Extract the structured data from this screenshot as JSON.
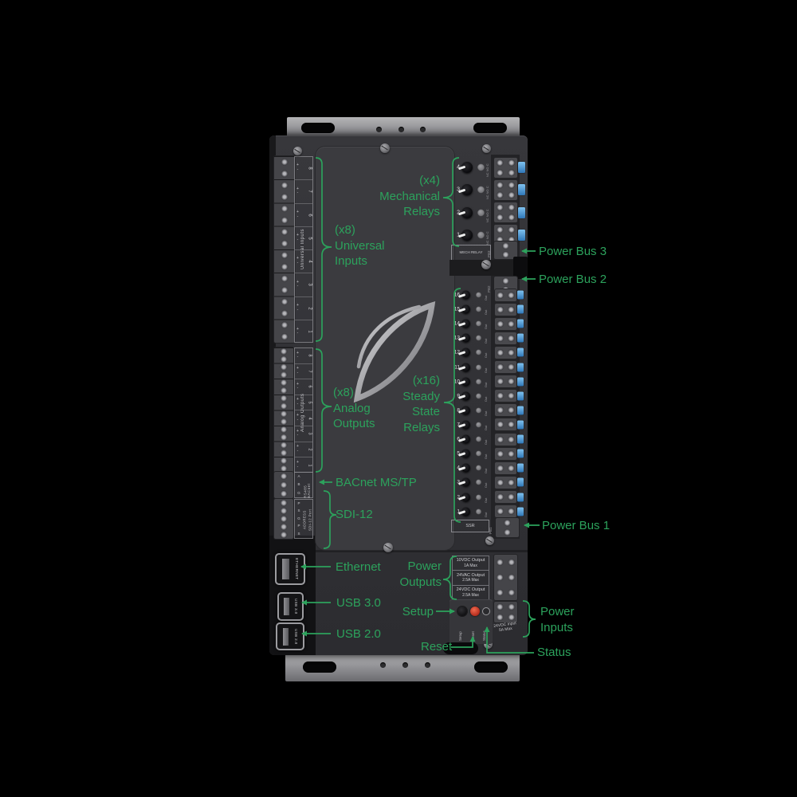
{
  "colors": {
    "annotation_green": "#2ca25c",
    "clip_blue": "#4a90d9",
    "reset_red": "#cf3222"
  },
  "annotations": {
    "mech_relays": {
      "count": "(x4)",
      "line1": "Mechanical",
      "line2": "Relays"
    },
    "universal_inputs": {
      "count": "(x8)",
      "line1": "Universal",
      "line2": "Inputs"
    },
    "analog_outputs": {
      "count": "(x8)",
      "line1": "Analog",
      "line2": "Outputs"
    },
    "steady_state_relays": {
      "count": "(x16)",
      "line1": "Steady",
      "line2": "State",
      "line3": "Relays"
    },
    "power_bus_3": "Power Bus 3",
    "power_bus_2": "Power Bus 2",
    "power_bus_1": "Power Bus 1",
    "bacnet": "BACnet MS/TP",
    "sdi_12": "SDI-12",
    "ethernet": "Ethernet",
    "usb_3": "USB 3.0",
    "usb_2": "USB 2.0",
    "power_outputs": {
      "line1": "Power",
      "line2": "Outputs"
    },
    "power_inputs": {
      "line1": "Power",
      "line2": "Inputs"
    },
    "setup": "Setup",
    "reset": "Reset",
    "status": "Status"
  },
  "device": {
    "universal_inputs": {
      "title": "Universal Inputs",
      "polarity": "+\n-",
      "channels": [
        "8",
        "7",
        "6",
        "5",
        "4",
        "3",
        "2",
        "1"
      ]
    },
    "analog_outputs": {
      "title": "Analog Outputs",
      "polarity": "+\n-",
      "channels": [
        "8",
        "7",
        "6",
        "5",
        "4",
        "3",
        "2",
        "1"
      ]
    },
    "bacnet_port": {
      "title": "RS485 BACnet",
      "terminals": [
        "A",
        "B",
        "G"
      ]
    },
    "sdi12_port": {
      "title_top": "ADDRESS",
      "title_bottom": "SDI-12 Port",
      "terminals": [
        "P",
        "S",
        "G",
        "P",
        "S"
      ]
    },
    "mech_relays": {
      "title": "MECH RELAY",
      "contact_label": "NC NO C",
      "channels": [
        "4",
        "3",
        "2",
        "1"
      ]
    },
    "steady_state_relays": {
      "title": "SSR",
      "row_label": "Out",
      "channels": [
        "16",
        "15",
        "14",
        "13",
        "12",
        "11",
        "10",
        "9",
        "8",
        "7",
        "6",
        "5",
        "4",
        "3",
        "2",
        "1"
      ]
    },
    "power_bus_tags": {
      "pb3": "PB3",
      "pb2": "PB2",
      "pb1": "PB1"
    },
    "ports": {
      "ethernet": "ETHERNET",
      "usb3": "USB 3.0",
      "usb2": "USB 2.0"
    },
    "power_outputs": [
      {
        "line1": "10VDC Output",
        "line2": "1A Max"
      },
      {
        "line1": "24VAC Output",
        "line2": "2.5A Max"
      },
      {
        "line1": "24VDC Output",
        "line2": "2.5A Max"
      }
    ],
    "power_input_label": {
      "line1": "24VDC Input",
      "line2": "5A Max"
    },
    "buttons": {
      "setup": "Setup",
      "reset": "Reset",
      "status": "Status"
    }
  }
}
